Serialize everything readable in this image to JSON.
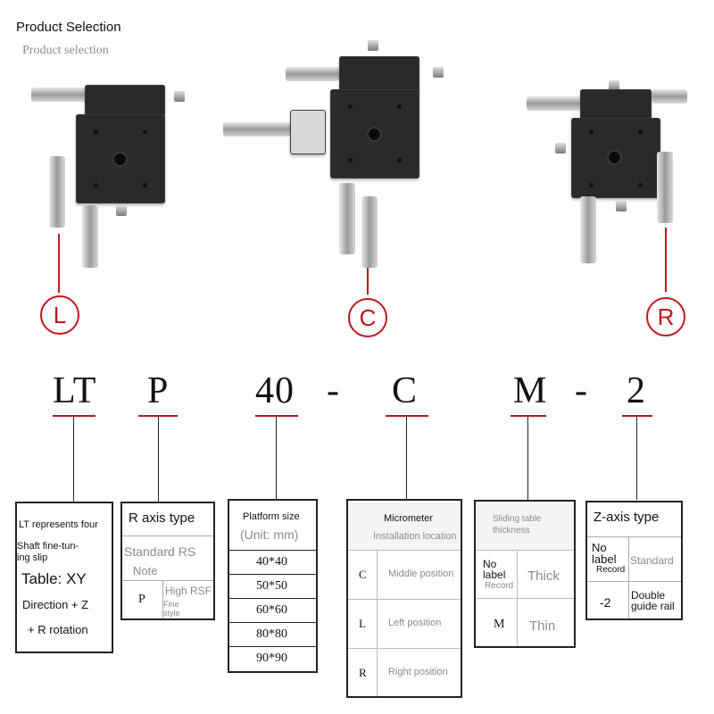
{
  "header": {
    "title": "Product Selection",
    "subtitle": "Product selection"
  },
  "products": {
    "left_label": "L",
    "center_label": "C",
    "right_label": "R"
  },
  "code": {
    "part1": "LT",
    "part2": "P",
    "part3": "40",
    "dash1": "-",
    "part4": "C",
    "part5": "M",
    "dash2": "-",
    "part6": "2"
  },
  "box_lt": {
    "line1": "LT represents four",
    "line2": "Shaft fine-tun-",
    "line3": "ing slip",
    "line4": "Table: XY",
    "line5": "Direction + Z",
    "line6": "+ R rotation"
  },
  "box_r": {
    "header": "R axis type",
    "row1_a": "Standard RS",
    "row1_b": "Note",
    "row2_code": "P",
    "row2_a": "High RSF",
    "row2_b": "Fine",
    "row2_c": "style"
  },
  "box_platform": {
    "header1": "Platform size",
    "header2": "(Unit: mm)",
    "sizes": [
      "40*40",
      "50*50",
      "60*60",
      "80*80",
      "90*90"
    ]
  },
  "box_micrometer": {
    "header1": "Micrometer",
    "header2": "Installation location",
    "rows": [
      {
        "code": "C",
        "desc": "Middle position"
      },
      {
        "code": "L",
        "desc": "Left position"
      },
      {
        "code": "R",
        "desc": "Right position"
      }
    ]
  },
  "box_sliding": {
    "header1": "Sliding table",
    "header2": "thickness",
    "row1_a": "No",
    "row1_b": "label",
    "row1_c": "Record",
    "row1_val": "Thick",
    "row2_code": "M",
    "row2_val": "Thin"
  },
  "box_z": {
    "header": "Z-axis type",
    "row1_a": "No",
    "row1_b": "label",
    "row1_c": "Record",
    "row1_val": "Standard",
    "row2_code": "-2",
    "row2_val1": "Double",
    "row2_val2": "guide rail"
  },
  "colors": {
    "accent_red": "#c0161c",
    "text_gray": "#8a8a8a"
  }
}
